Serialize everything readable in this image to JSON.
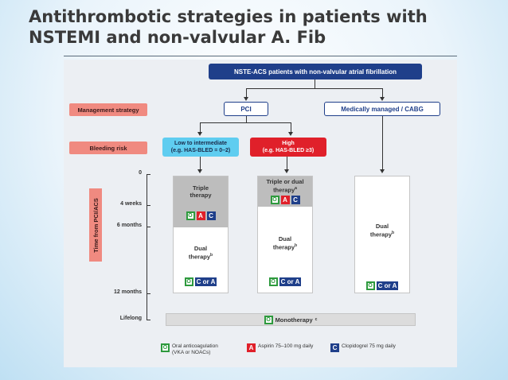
{
  "slide": {
    "title": "Antithrombotic strategies in patients with NSTEMI and non-valvular A. Fib"
  },
  "flow": {
    "top_box": "NSTE-ACS patients with non-valvular atrial fibrillation",
    "management_label": "Management strategy",
    "pci": "PCI",
    "medical": "Medically managed / CABG",
    "bleeding_label": "Bleeding risk",
    "low_line1": "Low to intermediate",
    "low_line2": "(e.g. HAS-BLED = 0–2)",
    "high_line1": "High",
    "high_line2": "(e.g. HAS-BLED ≥3)"
  },
  "timeline": {
    "axis_label": "Time from PCI/ACS",
    "ticks": [
      "0",
      "4 weeks",
      "6 months",
      "12 months",
      "Lifelong"
    ]
  },
  "columns": {
    "col1_top": "Triple therapy",
    "col1_bottom": "Dual therapy",
    "col1_bottom_sup": "b",
    "col2_top": "Triple or dual therapy",
    "col2_top_sup": "a",
    "col2_bottom": "Dual therapy",
    "col2_bottom_sup": "b",
    "col3_bottom": "Dual therapy",
    "col3_bottom_sup": "b",
    "badge_o": "O",
    "badge_a": "A",
    "badge_c": "C",
    "badge_c_or_a": "C or A",
    "monotherapy": "Monotherapy",
    "monotherapy_sup": "c"
  },
  "legend": {
    "o_letter": "O",
    "o_text_line1": "Oral anticoagulation",
    "o_text_line2": "(VKA or NOACs)",
    "a_letter": "A",
    "a_text": "Aspirin 75–100 mg daily",
    "c_letter": "C",
    "c_text": "Clopidogrel 75 mg daily"
  },
  "colors": {
    "navy": "#1f3f8a",
    "salmon": "#f08a80",
    "cyan": "#5fcdf0",
    "red": "#e0202a",
    "green": "#2e9a3e"
  }
}
